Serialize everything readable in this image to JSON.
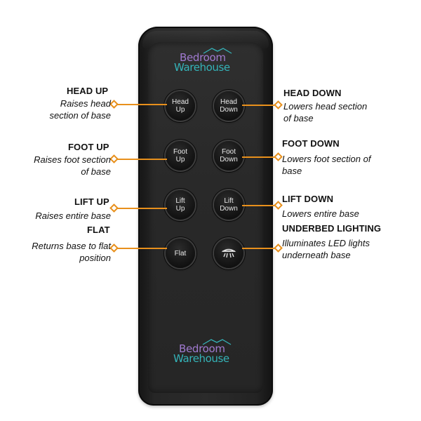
{
  "brand": {
    "line1": "Bedroom",
    "line2": "Warehouse",
    "color_line1": "#a07ad0",
    "color_line2": "#34b3b8"
  },
  "accent_color": "#e8901c",
  "buttons": {
    "head_up": "Head\nUp",
    "head_down": "Head\nDown",
    "foot_up": "Foot\nUp",
    "foot_down": "Foot\nDown",
    "lift_up": "Lift\nUp",
    "lift_down": "Lift\nDown",
    "flat": "Flat",
    "light_icon": "lamp-icon"
  },
  "callouts": {
    "head_up": {
      "title": "HEAD UP",
      "desc_1": "Raises head",
      "desc_2": "section of base"
    },
    "foot_up": {
      "title": "FOOT UP",
      "desc_1": "Raises foot section",
      "desc_2": "of base"
    },
    "lift_up": {
      "title": "LIFT UP",
      "desc_1": "Raises entire base"
    },
    "flat": {
      "title": "FLAT",
      "desc_1": "Returns base to flat",
      "desc_2": "position"
    },
    "head_down": {
      "title": "HEAD DOWN",
      "desc_1": "Lowers head section",
      "desc_2": "of base"
    },
    "foot_down": {
      "title": "FOOT DOWN",
      "desc_1": "Lowers foot section of",
      "desc_2": "base"
    },
    "lift_down": {
      "title": "LIFT DOWN",
      "desc_1": "Lowers entire base"
    },
    "underbed_lighting": {
      "title": "UNDERBED LIGHTING",
      "desc_1": "Illuminates LED lights",
      "desc_2": "underneath base"
    }
  }
}
